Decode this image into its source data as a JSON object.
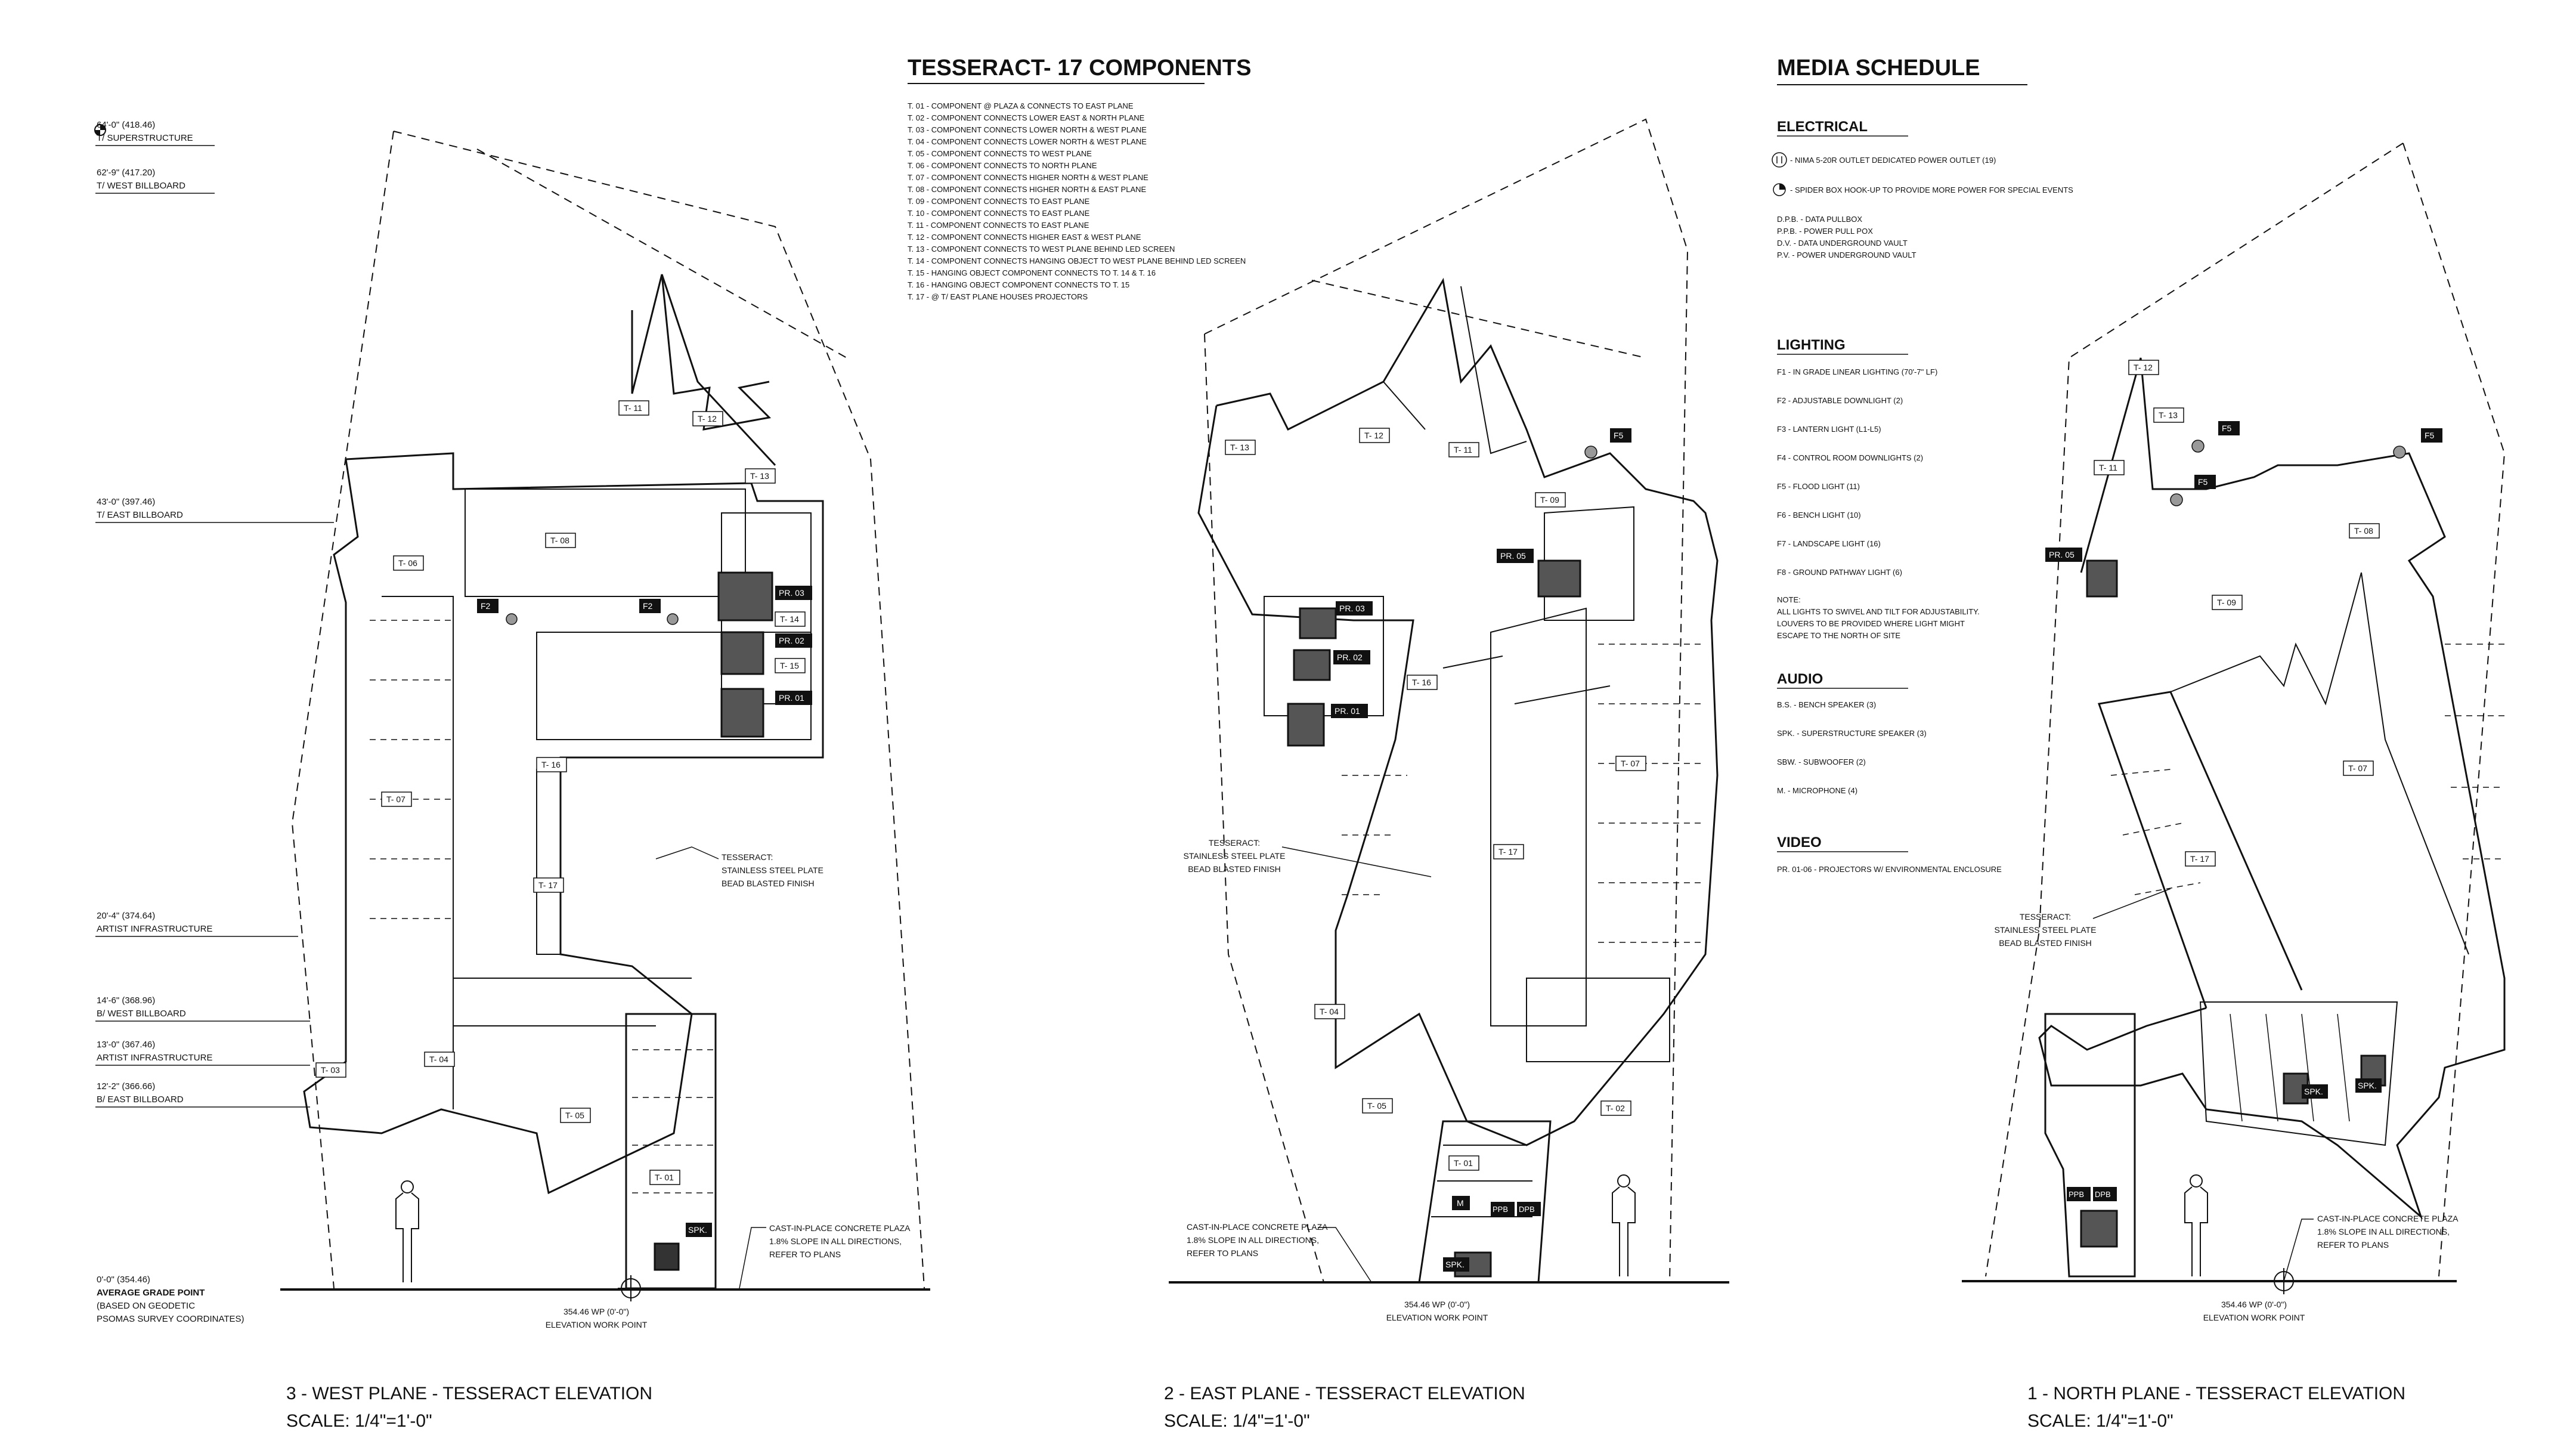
{
  "components": {
    "title": "TESSERACT- 17 COMPONENTS",
    "items": [
      "T. 01 - COMPONENT @ PLAZA & CONNECTS TO EAST PLANE",
      "T. 02 - COMPONENT CONNECTS LOWER EAST & NORTH PLANE",
      "T. 03 - COMPONENT CONNECTS LOWER NORTH & WEST PLANE",
      "T. 04 - COMPONENT CONNECTS LOWER NORTH & WEST PLANE",
      "T. 05 - COMPONENT CONNECTS TO WEST PLANE",
      "T. 06 - COMPONENT CONNECTS TO NORTH PLANE",
      "T. 07 - COMPONENT CONNECTS HIGHER NORTH & WEST PLANE",
      "T. 08 - COMPONENT CONNECTS HIGHER NORTH & EAST PLANE",
      "T. 09 - COMPONENT CONNECTS TO EAST PLANE",
      "T. 10 - COMPONENT CONNECTS TO EAST PLANE",
      "T. 11 - COMPONENT CONNECTS TO EAST PLANE",
      "T. 12 - COMPONENT CONNECTS HIGHER EAST & WEST PLANE",
      "T. 13 - COMPONENT CONNECTS TO WEST PLANE BEHIND LED SCREEN",
      "T. 14 - COMPONENT CONNECTS HANGING OBJECT TO WEST PLANE BEHIND LED SCREEN",
      "T. 15 - HANGING OBJECT COMPONENT CONNECTS TO T. 14 & T. 16",
      "T. 16 - HANGING OBJECT COMPONENT CONNECTS TO T. 15",
      "T. 17 - @ T/ EAST PLANE HOUSES PROJECTORS"
    ]
  },
  "media": {
    "title": "MEDIA SCHEDULE",
    "electrical": {
      "heading": "ELECTRICAL",
      "items": [
        "- NIMA 5-20R OUTLET DEDICATED POWER OUTLET (19)",
        "- SPIDER BOX HOOK-UP TO PROVIDE MORE POWER FOR SPECIAL EVENTS"
      ],
      "abbrev": [
        "D.P.B. - DATA PULLBOX",
        "P.P.B. - POWER PULL POX",
        "D.V. - DATA UNDERGROUND VAULT",
        "P.V. - POWER UNDERGROUND VAULT"
      ]
    },
    "lighting": {
      "heading": "LIGHTING",
      "items": [
        "F1 - IN GRADE LINEAR LIGHTING (70'-7\" LF)",
        "F2 - ADJUSTABLE DOWNLIGHT (2)",
        "F3 - LANTERN LIGHT  (L1-L5)",
        "F4 - CONTROL ROOM DOWNLIGHTS (2)",
        "F5 - FLOOD LIGHT (11)",
        "F6 - BENCH LIGHT (10)",
        "F7 - LANDSCAPE LIGHT (16)",
        "F8 - GROUND PATHWAY LIGHT (6)"
      ],
      "note": [
        "NOTE:",
        "ALL LIGHTS TO SWIVEL AND TILT FOR ADJUSTABILITY.",
        "LOUVERS TO BE PROVIDED WHERE LIGHT MIGHT",
        "ESCAPE TO THE NORTH OF SITE"
      ]
    },
    "audio": {
      "heading": "AUDIO",
      "items": [
        "B.S. - BENCH SPEAKER (3)",
        "SPK. - SUPERSTRUCTURE SPEAKER (3)",
        "SBW. - SUBWOOFER (2)",
        "M. - MICROPHONE (4)"
      ]
    },
    "video": {
      "heading": "VIDEO",
      "items": [
        "PR. 01-06 - PROJECTORS W/ ENVIRONMENTAL ENCLOSURE"
      ]
    }
  },
  "levels": [
    {
      "elev": "64'-0\" (418.46)",
      "name": "T/ SUPERSTRUCTURE"
    },
    {
      "elev": "62'-9\" (417.20)",
      "name": "T/ WEST BILLBOARD"
    },
    {
      "elev": "43'-0\" (397.46)",
      "name": "T/ EAST BILLBOARD"
    },
    {
      "elev": "20'-4\" (374.64)",
      "name": "ARTIST INFRASTRUCTURE"
    },
    {
      "elev": "14'-6\" (368.96)",
      "name": "B/ WEST BILLBOARD"
    },
    {
      "elev": "13'-0\" (367.46)",
      "name": "ARTIST INFRASTRUCTURE"
    },
    {
      "elev": "12'-2\" (366.66)",
      "name": "B/ EAST BILLBOARD"
    },
    {
      "elev": "0'-0\" (354.46)",
      "name": "AVERAGE GRADE POINT"
    }
  ],
  "grade_note": [
    "(BASED ON GEODETIC",
    "PSOMAS SURVEY COORDINATES)"
  ],
  "tesseract_note": [
    "TESSERACT:",
    "STAINLESS STEEL PLATE",
    "BEAD BLASTED FINISH"
  ],
  "plaza_note": [
    "CAST-IN-PLACE CONCRETE PLAZA",
    "1.8% SLOPE IN ALL DIRECTIONS,",
    "REFER TO PLANS"
  ],
  "work_point": [
    "354.46 WP (0'-0\")",
    "ELEVATION WORK POINT"
  ],
  "views": [
    {
      "title": "3 - WEST PLANE - TESSERACT ELEVATION",
      "scale": "SCALE: 1/4\"=1'-0\""
    },
    {
      "title": "2 - EAST PLANE - TESSERACT ELEVATION",
      "scale": "SCALE: 1/4\"=1'-0\""
    },
    {
      "title": "1 - NORTH PLANE - TESSERACT ELEVATION",
      "scale": "SCALE: 1/4\"=1'-0\""
    }
  ],
  "tags": {
    "west": [
      "T- 11",
      "T- 12",
      "T- 13",
      "T- 08",
      "T- 06",
      "T- 14",
      "T- 15",
      "T- 16",
      "T- 07",
      "T- 17",
      "T- 03",
      "T- 04",
      "T- 05",
      "T- 01"
    ],
    "east": [
      "T- 13",
      "T- 12",
      "T- 11",
      "T- 09",
      "T- 16",
      "T- 17",
      "T- 07",
      "T- 04",
      "T- 05",
      "T- 02",
      "T- 01"
    ],
    "north": [
      "T- 12",
      "T- 13",
      "T- 11",
      "T- 08",
      "T- 09",
      "T- 07",
      "T- 17"
    ]
  },
  "badges": {
    "west": [
      "F2",
      "F2",
      "PR. 03",
      "PR. 02",
      "PR. 01",
      "SPK."
    ],
    "east": [
      "F5",
      "PR. 03",
      "PR. 02",
      "PR. 01",
      "PR. 05",
      "M",
      "PPB",
      "DPB",
      "SPK."
    ],
    "north": [
      "F5",
      "F5",
      "F5",
      "PR. 05",
      "SPK.",
      "SPK.",
      "PPB",
      "DPB"
    ]
  }
}
